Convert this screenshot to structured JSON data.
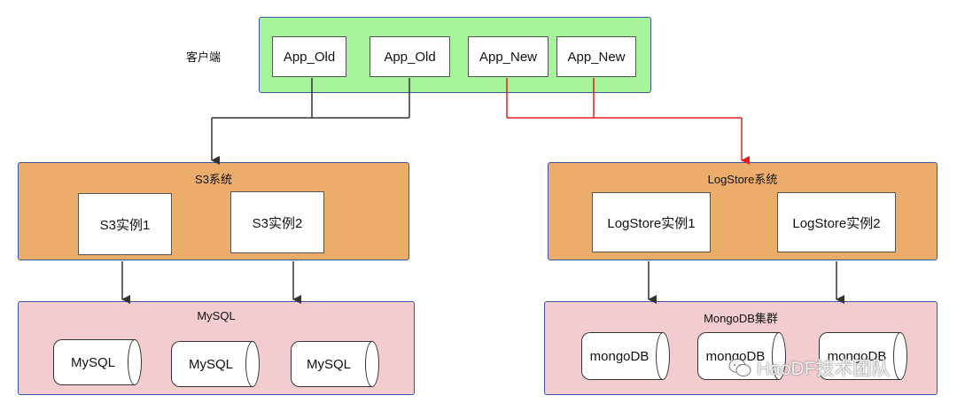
{
  "client": {
    "label": "客户端",
    "apps": [
      "App_Old",
      "App_Old",
      "App_New",
      "App_New"
    ]
  },
  "s3": {
    "title": "S3系统",
    "instances": [
      "S3实例1",
      "S3实例2"
    ]
  },
  "logstore": {
    "title": "LogStore系统",
    "instances": [
      "LogStore实例1",
      "LogStore实例2"
    ]
  },
  "mysql_group": {
    "title": "MySQL",
    "nodes": [
      "MySQL",
      "MySQL",
      "MySQL"
    ]
  },
  "mongo_group": {
    "title": "MongoDB集群",
    "nodes": [
      "mongoDB",
      "mongoDB",
      "mongoDB"
    ]
  },
  "watermark": "HaoDF技术团队",
  "colors": {
    "client_fill": "#a6f39b",
    "system_fill": "#ecad6a",
    "db_fill": "#f2ccce",
    "border": "#3a55a8",
    "old_arrow": "#333333",
    "new_arrow": "#e02020"
  },
  "icons": [
    "wechat-icon"
  ]
}
